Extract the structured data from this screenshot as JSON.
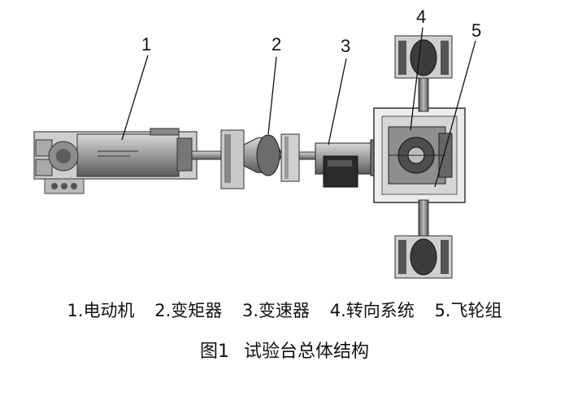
{
  "callouts": [
    "1",
    "2",
    "3",
    "4",
    "5"
  ],
  "legend": [
    "1.电动机",
    "2.变矩器",
    "3.变速器",
    "4.转向系统",
    "5.飞轮组"
  ],
  "caption": {
    "figure_no": "图1",
    "title": "试验台总体结构"
  }
}
